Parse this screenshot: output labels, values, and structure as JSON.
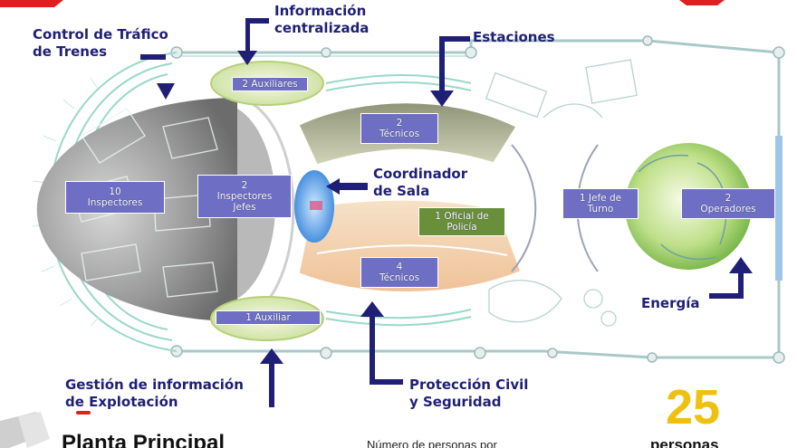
{
  "callouts": {
    "control_trafico": [
      "Control de Tráfico",
      "de Trenes"
    ],
    "info_centralizada": [
      "Información",
      "centralizada"
    ],
    "estaciones": [
      "Estaciones"
    ],
    "coordinador": [
      "Coordinador",
      "de Sala"
    ],
    "energia": [
      "Energía"
    ],
    "gestion": [
      "Gestión de información",
      "de Explotación"
    ],
    "proteccion": [
      "Protección Civil",
      "y Seguridad"
    ]
  },
  "boxes": {
    "auxiliares_top": [
      "2 Auxiliares"
    ],
    "tecnicos_top": [
      "2",
      "Técnicos"
    ],
    "inspectores": [
      "10",
      "Inspectores"
    ],
    "inspectores_jefes": [
      "2",
      "Inspectores",
      "Jefes"
    ],
    "oficial_policia": [
      "1 Oficial de",
      "Policía"
    ],
    "tecnicos_bottom": [
      "4",
      "Técnicos"
    ],
    "auxiliares_bottom": [
      "1 Auxiliar"
    ],
    "jefe_turno": [
      "1 Jefe de",
      "Turno"
    ],
    "operadores": [
      "2",
      "Operadores"
    ]
  },
  "footer": {
    "title": "Planta Principal",
    "subtitle": "Número de personas por",
    "count": "25",
    "count_unit": "personas"
  },
  "colors": {
    "callout_text": "#1f1f75",
    "label_box": "#6e6ec4",
    "label_box_green": "#6a8f3a",
    "count": "#f0c010",
    "arrow": "#1f1f75"
  }
}
